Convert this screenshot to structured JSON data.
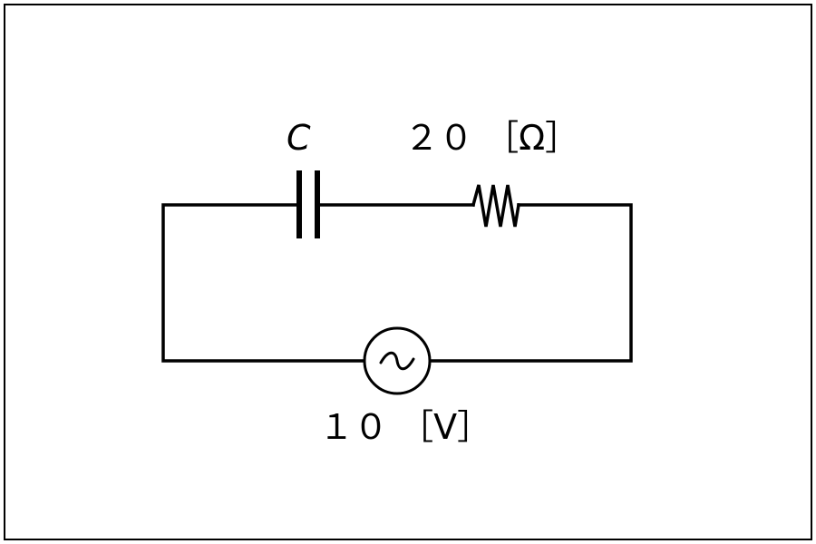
{
  "labels": {
    "capacitor": "C",
    "resistor": "２０ ［Ω］",
    "source": "１０ ［V］"
  },
  "symbols": {
    "source_glyph": "~"
  }
}
